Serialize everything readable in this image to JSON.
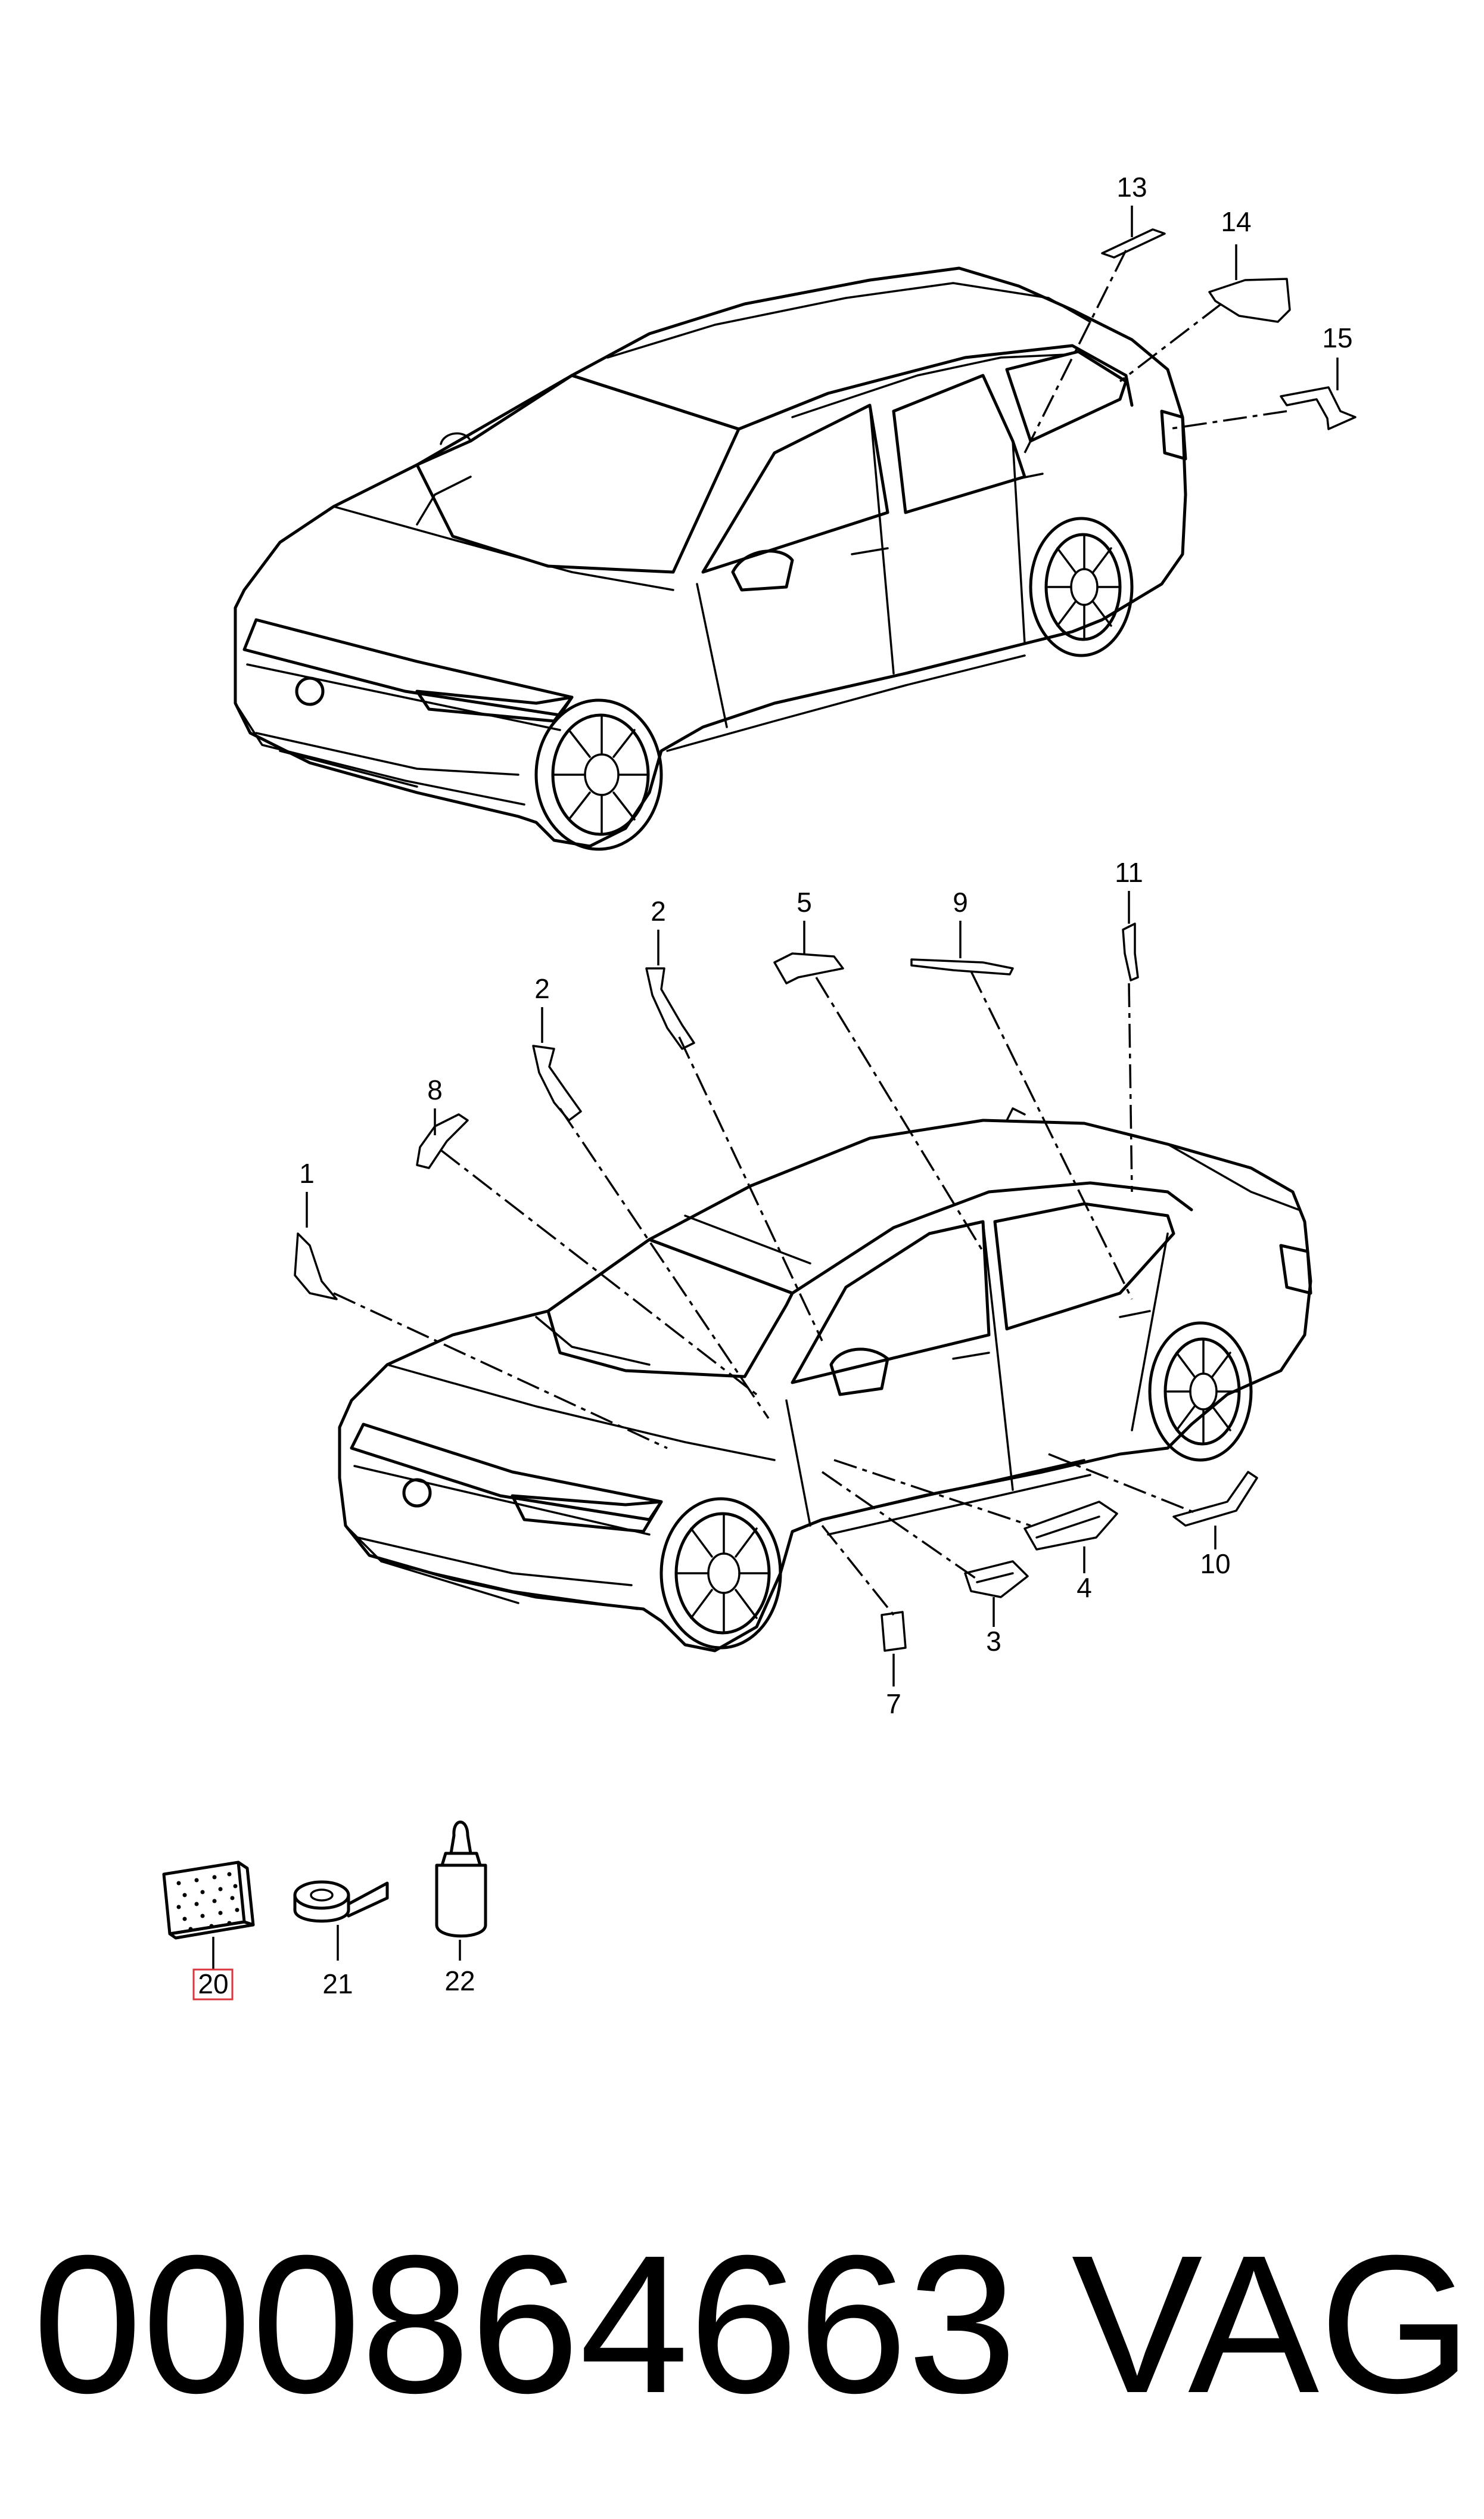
{
  "callouts": {
    "c1": "1",
    "c2a": "2",
    "c2b": "2",
    "c3": "3",
    "c4": "4",
    "c5": "5",
    "c7": "7",
    "c8": "8",
    "c9": "9",
    "c10": "10",
    "c11": "11",
    "c13": "13",
    "c14": "14",
    "c15": "15",
    "c20": "20",
    "c21": "21",
    "c22": "22"
  },
  "highlight_color": "#d9363e",
  "footer": {
    "part_number": "000864663",
    "brand": "VAG"
  }
}
